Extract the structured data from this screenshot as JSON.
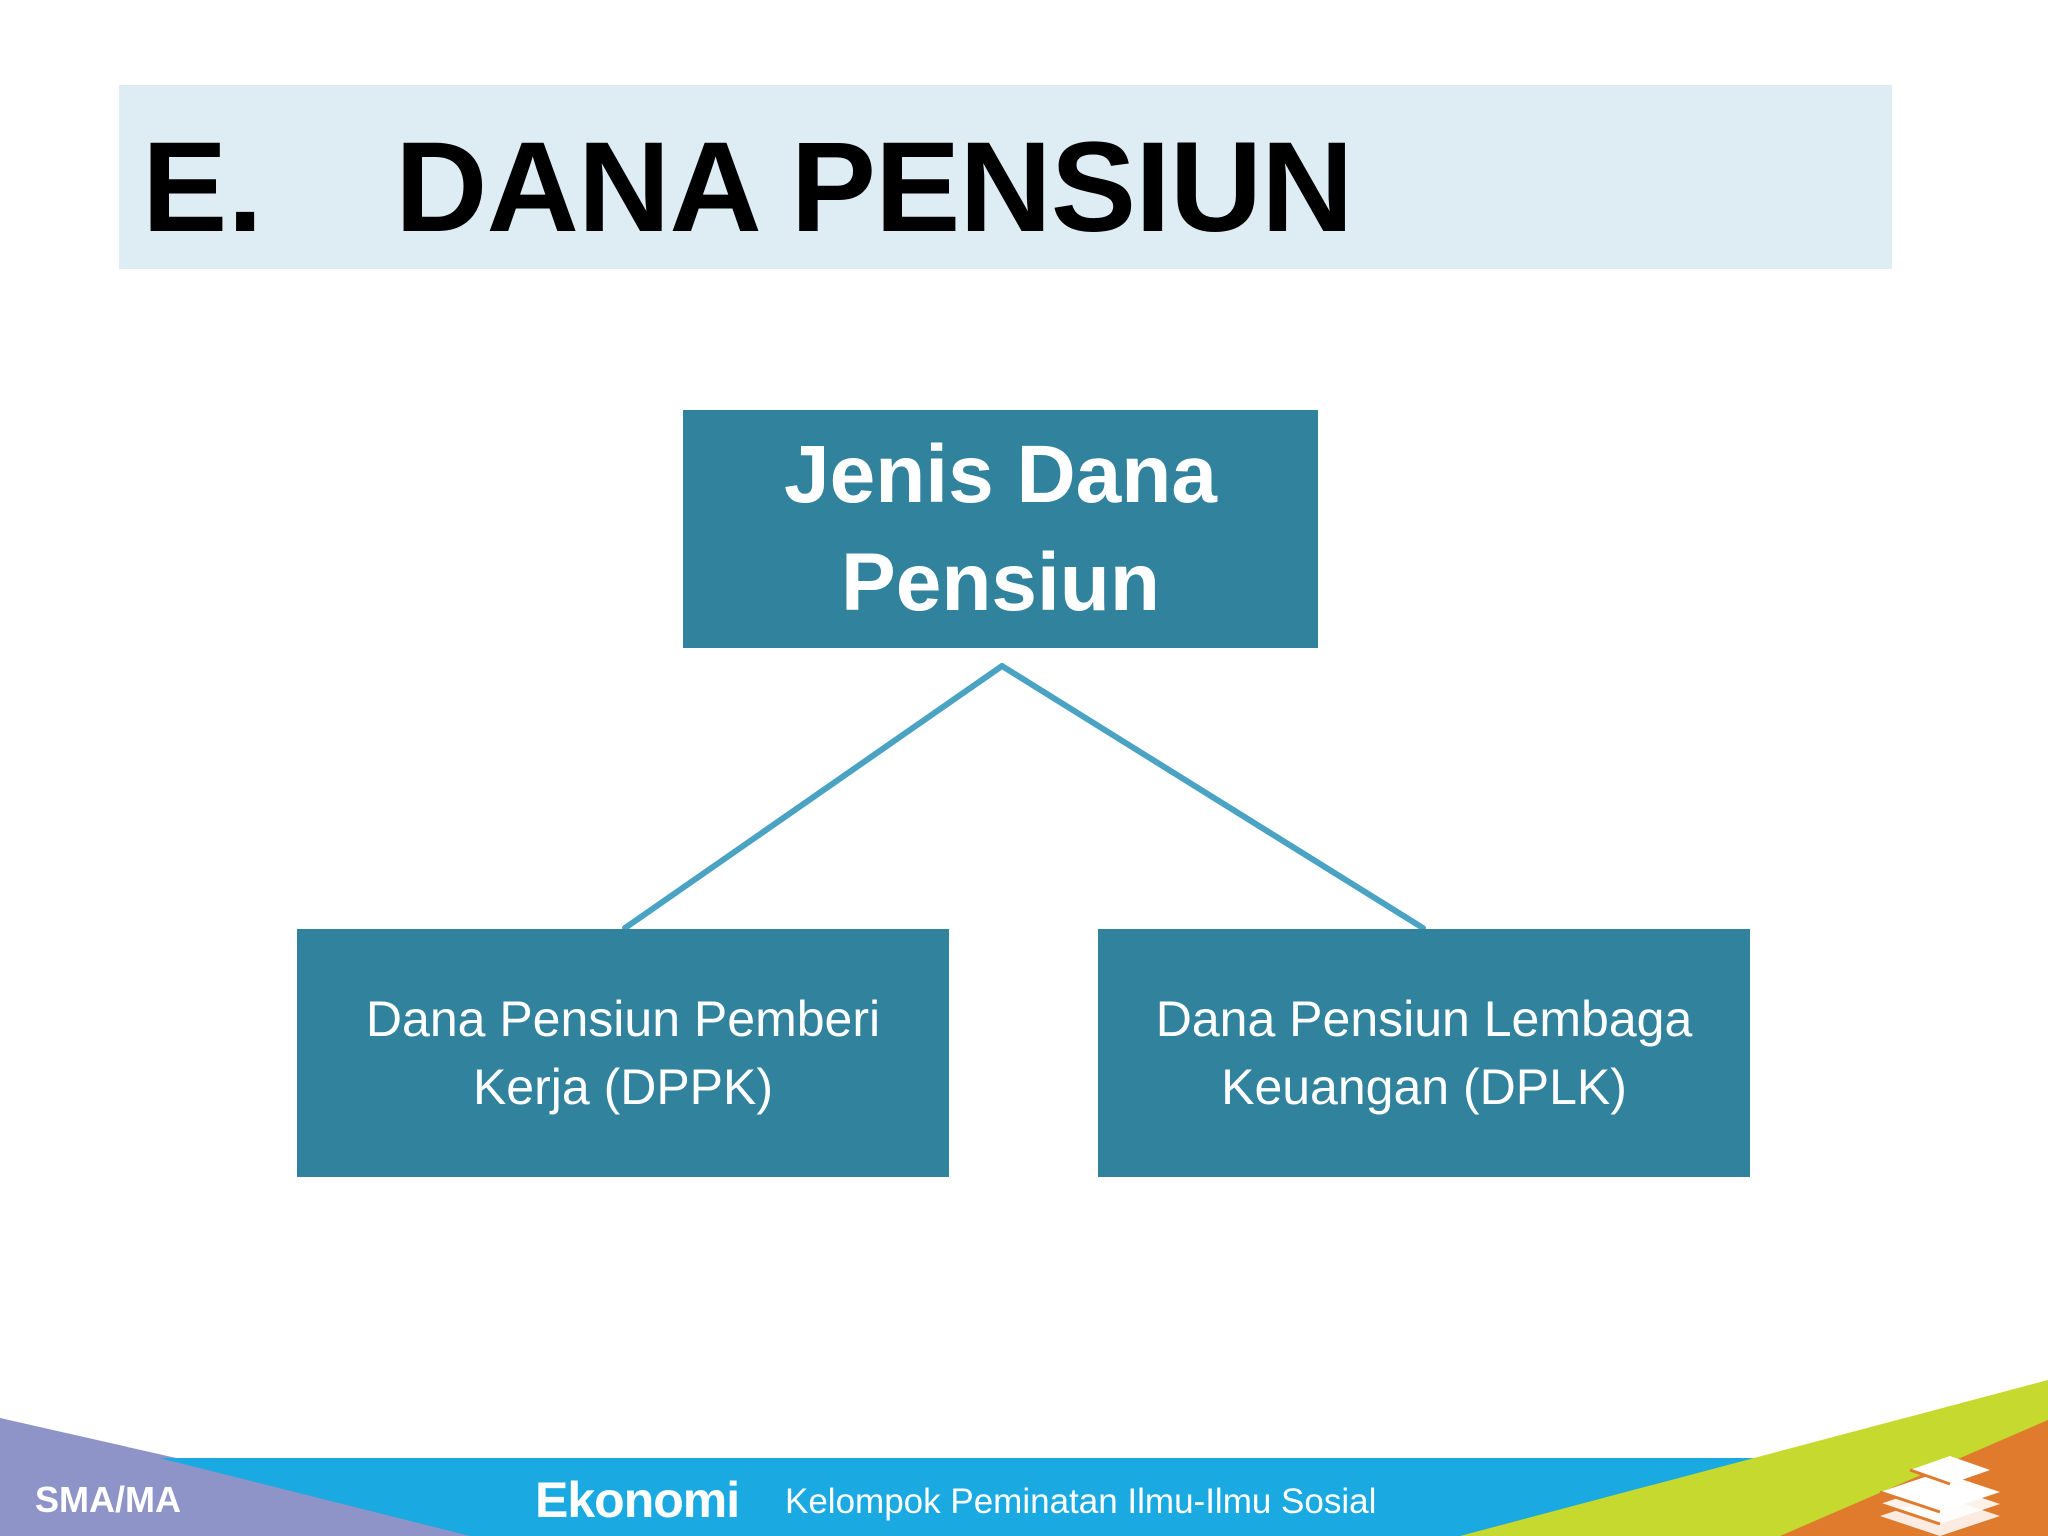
{
  "title": {
    "letter": "E.",
    "text": "DANA PENSIUN"
  },
  "diagram": {
    "root": {
      "label_line1": "Jenis Dana",
      "label_line2": "Pensiun"
    },
    "children": [
      {
        "label_line1": "Dana Pensiun Pemberi",
        "label_line2": "Kerja (DPPK)"
      },
      {
        "label_line1": "Dana Pensiun Lembaga",
        "label_line2": "Keuangan (DPLK)"
      }
    ]
  },
  "footer": {
    "level": "SMA/MA",
    "subject": "Ekonomi",
    "group": "Kelompok Peminatan Ilmu-Ilmu Sosial",
    "logo_icon": "books-stack-icon"
  },
  "colors": {
    "title_band": "#deedf4",
    "node_fill": "#31829c",
    "connector": "#4aa3c3",
    "footer_blue": "#1aa9e1",
    "footer_purple": "#8e93c8",
    "footer_lime": "#c6d92e",
    "footer_orange": "#e07b2e"
  }
}
